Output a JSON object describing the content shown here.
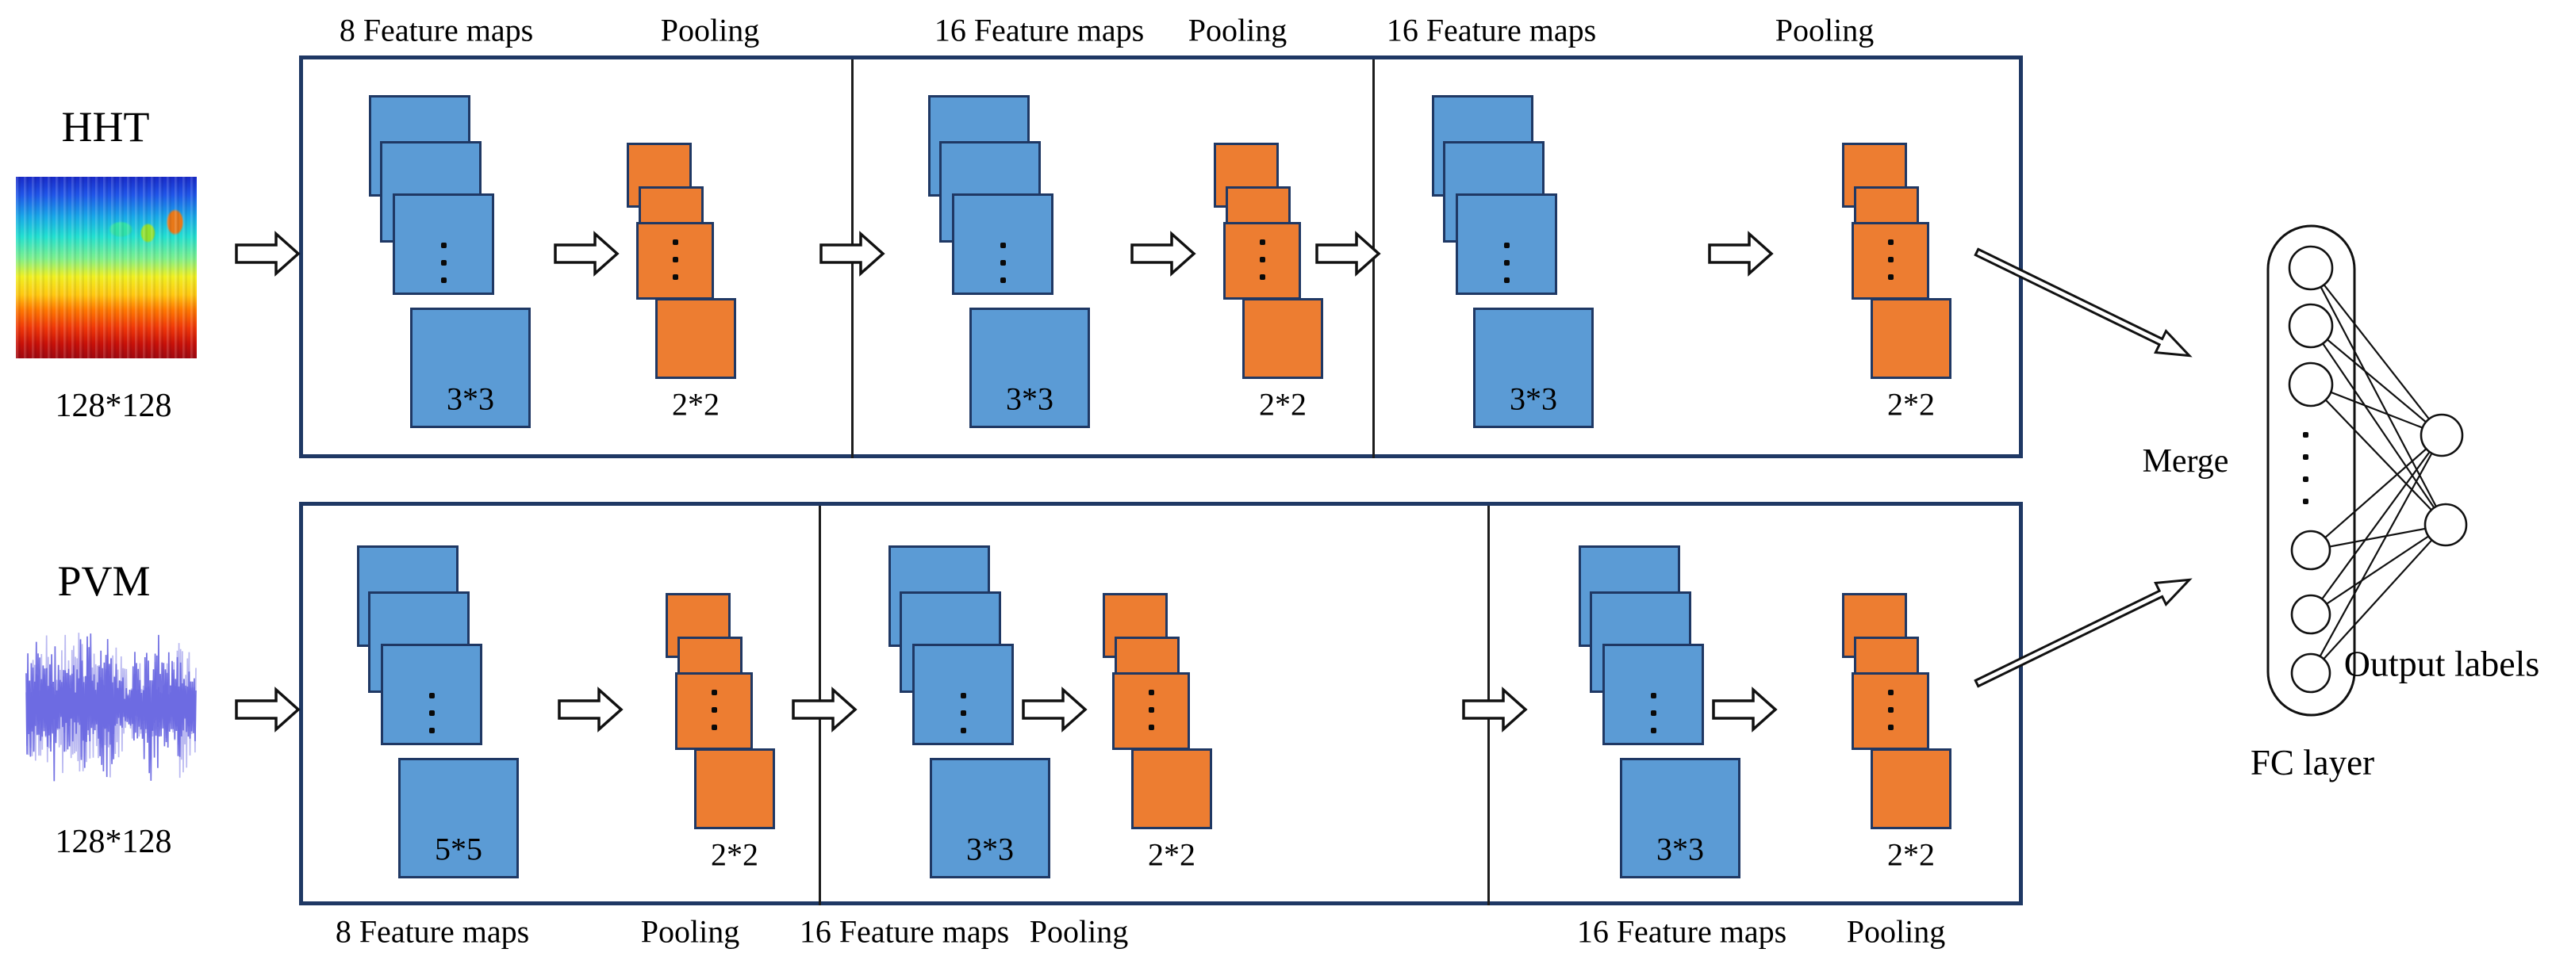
{
  "figure": "dual-branch CNN architecture",
  "inputs": [
    {
      "name": "HHT",
      "size": "128*128",
      "type": "spectrogram-image"
    },
    {
      "name": "PVM",
      "size": "128*128",
      "type": "waveform-signal"
    }
  ],
  "branches": [
    {
      "input": "HHT",
      "blocks": [
        {
          "maps_label": "8 Feature maps",
          "kernel": "3*3",
          "pool_label": "Pooling",
          "pool_size": "2*2"
        },
        {
          "maps_label": "16 Feature maps",
          "kernel": "3*3",
          "pool_label": "Pooling",
          "pool_size": "2*2"
        },
        {
          "maps_label": "16 Feature maps",
          "kernel": "3*3",
          "pool_label": "Pooling",
          "pool_size": "2*2"
        }
      ]
    },
    {
      "input": "PVM",
      "blocks": [
        {
          "maps_label": "8 Feature maps",
          "kernel": "5*5",
          "pool_label": "Pooling",
          "pool_size": "2*2"
        },
        {
          "maps_label": "16 Feature maps",
          "kernel": "3*3",
          "pool_label": "Pooling",
          "pool_size": "2*2"
        },
        {
          "maps_label": "16 Feature maps",
          "kernel": "3*3",
          "pool_label": "Pooling",
          "pool_size": "2*2"
        }
      ]
    }
  ],
  "merge_label": "Merge",
  "fc_label": "FC layer",
  "output_label": "Output labels",
  "fc_layer": {
    "visible_neurons": 6,
    "output_neurons": 2,
    "fully_connected": true
  },
  "colors": {
    "conv_fill": "#5b9bd5",
    "pool_fill": "#ed7d31",
    "border_navy": "#1f3864",
    "waveform_blue": "#6563e0",
    "line_black": "#111111"
  }
}
